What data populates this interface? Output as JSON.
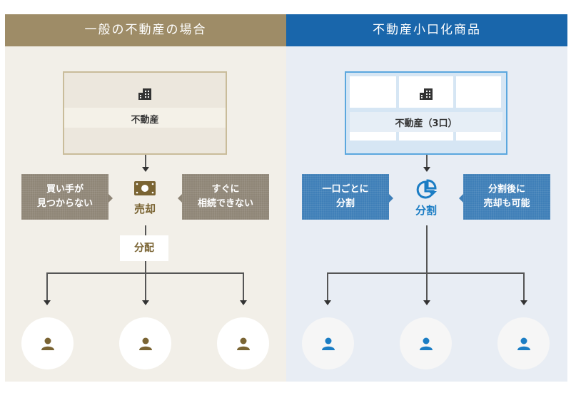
{
  "left_panel": {
    "title": "一般の不動産の場合",
    "property_label": "不動産",
    "callout_left": [
      "買い手が",
      "見つからない"
    ],
    "callout_right": [
      "すぐに",
      "相続できない"
    ],
    "action_label": "売却",
    "action_icon": "money-icon",
    "distribution_label": "分配",
    "recipients": 3,
    "accent_color": "#7a6433",
    "header_color": "#9e8c67"
  },
  "right_panel": {
    "title": "不動産小口化商品",
    "property_label": "不動産（3口）",
    "callout_left": [
      "一口ごとに",
      "分割"
    ],
    "callout_right": [
      "分割後に",
      "売却も可能"
    ],
    "action_label": "分割",
    "action_icon": "pie-chart-icon",
    "recipients": 3,
    "accent_color": "#1b7dc4",
    "header_color": "#1966ab"
  }
}
